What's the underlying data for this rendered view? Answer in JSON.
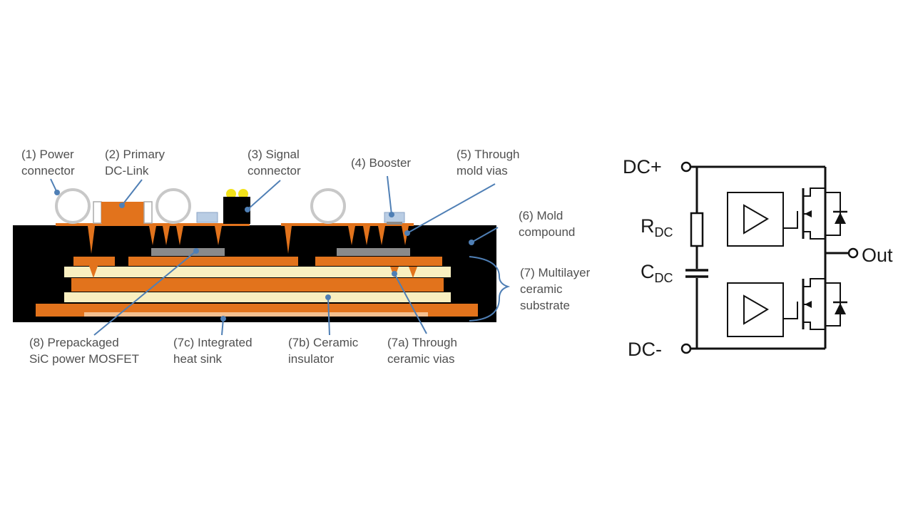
{
  "cross_section": {
    "labels": {
      "power_connector_l1": "(1) Power",
      "power_connector_l2": "connector",
      "dc_link_l1": "(2) Primary",
      "dc_link_l2": "DC-Link",
      "signal_connector_l1": "(3) Signal",
      "signal_connector_l2": "connector",
      "booster": "(4) Booster",
      "mold_vias_l1": "(5) Through",
      "mold_vias_l2": "mold vias",
      "mold_compound_l1": "(6) Mold",
      "mold_compound_l2": "compound",
      "multilayer_l1": "(7) Multilayer",
      "multilayer_l2": "ceramic",
      "multilayer_l3": "substrate",
      "mosfet_l1": "(8) Prepackaged",
      "mosfet_l2": "SiC power MOSFET",
      "heat_sink_l1": "(7c) Integrated",
      "heat_sink_l2": "heat sink",
      "insulator_l1": "(7b) Ceramic",
      "insulator_l2": "insulator",
      "ceramic_vias_l1": "(7a) Through",
      "ceramic_vias_l2": "ceramic vias"
    },
    "colors": {
      "mold": "#000000",
      "copper": "#e2731c",
      "ceramic": "#f9efc0",
      "die": "#8a8a8a",
      "connector_ring": "#c8c8c8",
      "signal_pins": "#f2e21a",
      "booster": "#b9cde4",
      "leader": "#4f7fb5"
    }
  },
  "schematic": {
    "dc_plus": "DC+",
    "dc_minus": "DC-",
    "out": "Out",
    "r_main": "R",
    "r_sub": "DC",
    "c_main": "C",
    "c_sub": "DC"
  }
}
